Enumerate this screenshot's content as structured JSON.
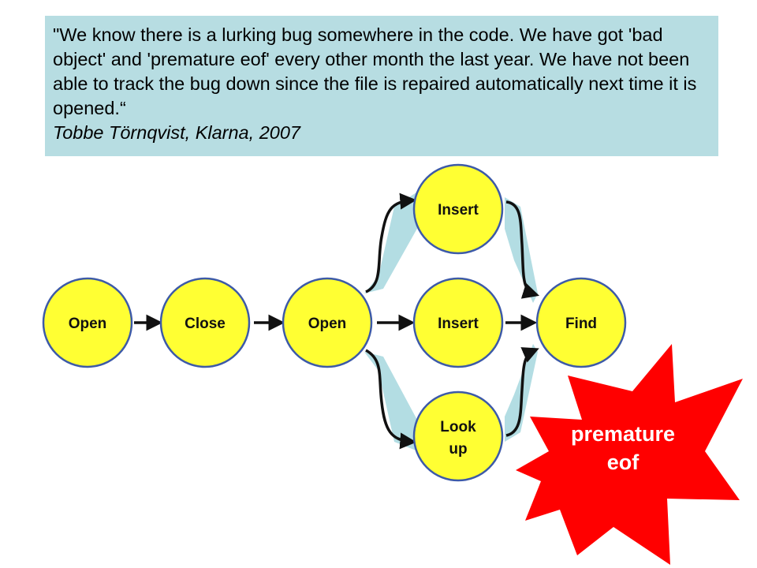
{
  "quote": {
    "text": "\"We know there is a lurking bug somewhere in the code. We have got 'bad object' and 'premature eof' every other month the last year. We have not been able to track the bug down since the file is repaired automatically next time it is opened.“",
    "attribution": "Tobbe Törnqvist, Klarna, 2007"
  },
  "nodes": [
    {
      "id": "open1",
      "lines": [
        "Open"
      ]
    },
    {
      "id": "close",
      "lines": [
        "Close"
      ]
    },
    {
      "id": "open2",
      "lines": [
        "Open"
      ]
    },
    {
      "id": "insert_top",
      "lines": [
        "Insert"
      ]
    },
    {
      "id": "insert_mid",
      "lines": [
        "Insert"
      ]
    },
    {
      "id": "find",
      "lines": [
        "Find"
      ]
    },
    {
      "id": "lookup",
      "lines": [
        "Look",
        "up"
      ]
    }
  ],
  "burst": {
    "lines": [
      "premature",
      "eof"
    ],
    "color": "#ff0000"
  },
  "colors": {
    "quote_bg": "#b7dde2",
    "node_fill": "#ffff33",
    "node_stroke": "#3d5aa8",
    "arrow": "#111111",
    "ribbon": "#b3dde3"
  }
}
